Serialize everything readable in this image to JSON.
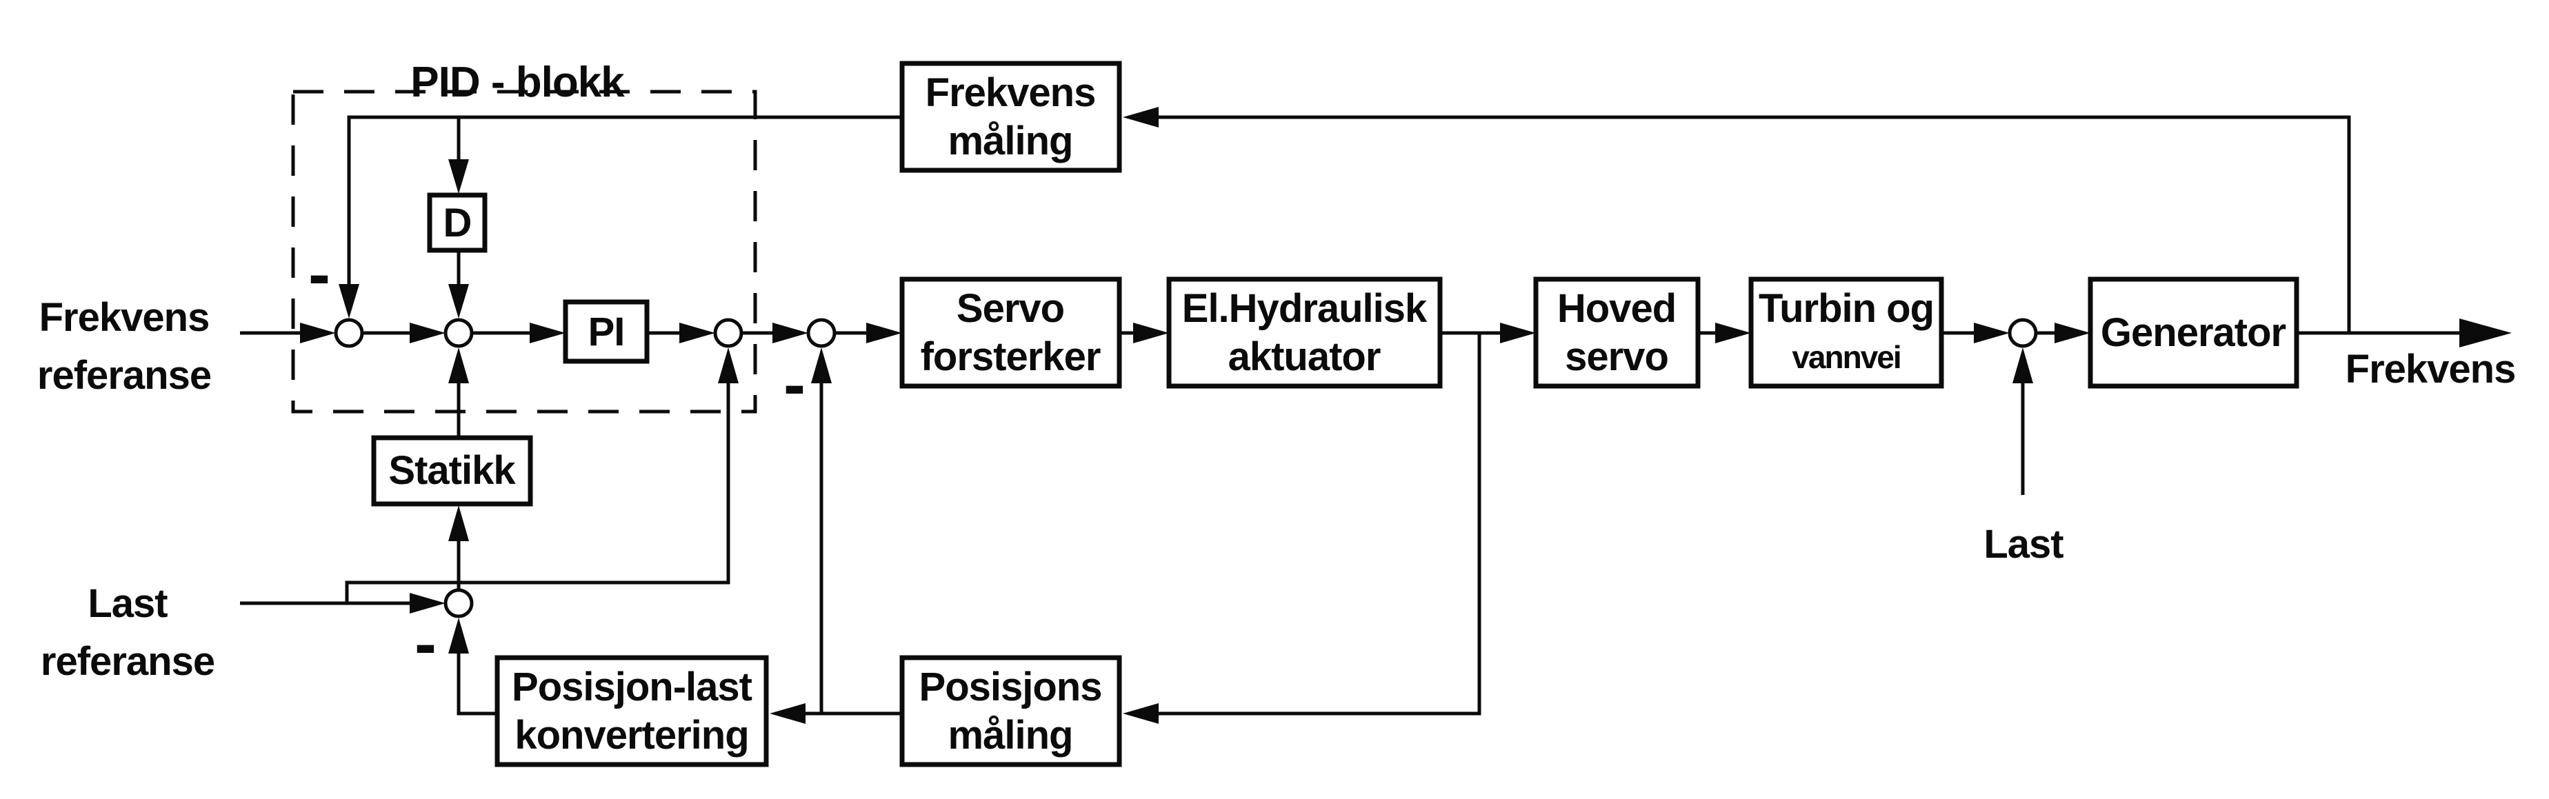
{
  "diagram": {
    "title": "PID - blokk",
    "inputs": {
      "frekvens_referanse": {
        "line1": "Frekvens",
        "line2": "referanse"
      },
      "last_referanse": {
        "line1": "Last",
        "line2": "referanse"
      },
      "last": "Last"
    },
    "output": {
      "frekvens": "Frekvens"
    },
    "blocks": {
      "frekvens_maling": {
        "line1": "Frekvens",
        "line2": "måling"
      },
      "d": "D",
      "pi": "PI",
      "servo_forsterker": {
        "line1": "Servo",
        "line2": "forsterker"
      },
      "el_hydraulisk_aktuator": {
        "line1": "El.Hydraulisk",
        "line2": "aktuator"
      },
      "hoved_servo": {
        "line1": "Hoved",
        "line2": "servo"
      },
      "turbin_og_vannvei": {
        "line1": "Turbin og",
        "line2": "vannvei"
      },
      "generator": "Generator",
      "statikk": "Statikk",
      "posisjon_last_konvertering": {
        "line1": "Posisjon-last",
        "line2": "konvertering"
      },
      "posisjons_maling": {
        "line1": "Posisjons",
        "line2": "måling"
      }
    },
    "signs": {
      "minus": "-"
    },
    "colors": {
      "ink": "#0b0b0b",
      "paper": "#ffffff"
    }
  }
}
